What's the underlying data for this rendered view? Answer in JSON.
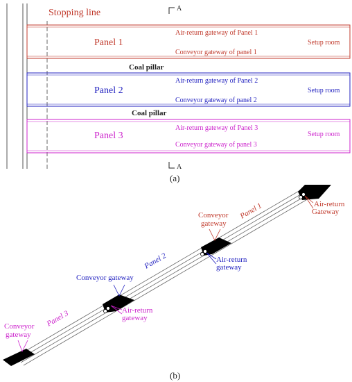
{
  "colors": {
    "panel1": "#c0392b",
    "panel2": "#1f1fbf",
    "panel3": "#cc22cc",
    "ink": "#222222",
    "grey": "#888888"
  },
  "top_plan": {
    "stopping_line": "Stopping line",
    "section_mark": "A",
    "coal_pillar_1": "Coal pillar",
    "coal_pillar_2": "Coal pillar",
    "label": "(a)",
    "panels": [
      {
        "name": "Panel 1",
        "air_return": "Air-return gateway of Panel 1",
        "conveyor": "Conveyor gateway of panel 1",
        "setup": "Setup room"
      },
      {
        "name": "Panel 2",
        "air_return": "Air-return gateway of Panel 2",
        "conveyor": "Conveyor gateway of panel 2",
        "setup": "Setup room"
      },
      {
        "name": "Panel 3",
        "air_return": "Air-return gateway of Panel 3",
        "conveyor": "Conveyor gateway of panel 3",
        "setup": "Setup room"
      }
    ]
  },
  "section_view": {
    "label": "(b)",
    "panel1": "Panel 1",
    "panel2": "Panel 2",
    "panel3": "Panel 3",
    "p1_conveyor_l1": "Conveyor",
    "p1_conveyor_l2": "gateway",
    "p1_air_l1": "Air-return",
    "p1_air_l2": "Gateway",
    "p2_air_l1": "Air-return",
    "p2_air_l2": "gateway",
    "p2_conveyor": "Conveyor gateway",
    "p3_air_l1": "Air-return",
    "p3_air_l2": "gateway",
    "p3_conveyor_l1": "Conveyor",
    "p3_conveyor_l2": "gateway"
  }
}
